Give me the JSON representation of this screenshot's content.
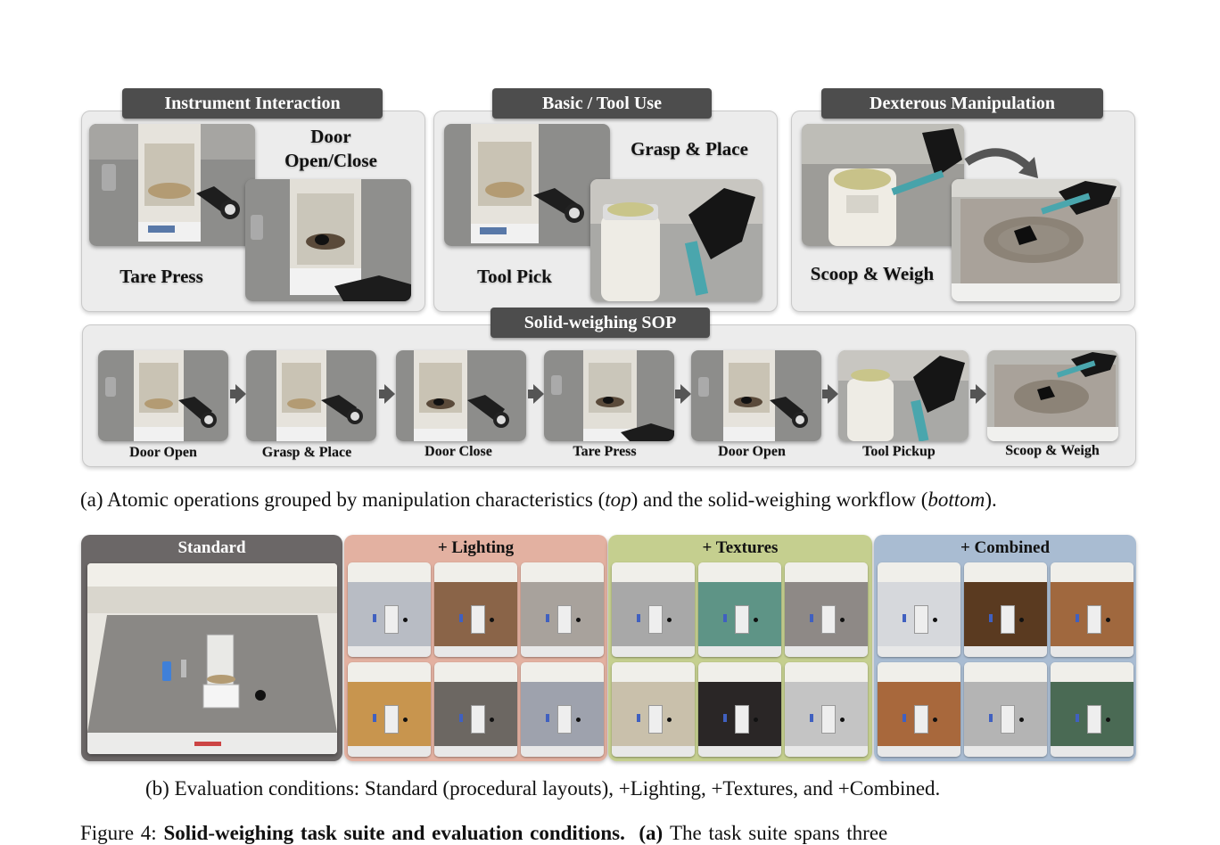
{
  "top_groups": [
    {
      "tag": "Instrument Interaction",
      "labels": [
        "Door Open/Close",
        "Tare Press"
      ]
    },
    {
      "tag": "Basic / Tool Use",
      "labels": [
        "Grasp & Place",
        "Tool Pick"
      ]
    },
    {
      "tag": "Dexterous Manipulation",
      "labels": [
        "Scoop & Weigh"
      ]
    }
  ],
  "sop": {
    "tag": "Solid-weighing SOP",
    "steps": [
      "Door Open",
      "Grasp & Place",
      "Door Close",
      "Tare Press",
      "Door Open",
      "Tool Pickup",
      "Scoop & Weigh"
    ]
  },
  "caption_a": {
    "prefix": "(a) Atomic operations grouped by manipulation characteristics (",
    "top": "top",
    "middle": ") and the solid-weighing workflow (",
    "bottom": "bottom",
    "suffix": ")."
  },
  "conditions": [
    {
      "title": "Standard"
    },
    {
      "title": "+ Lighting"
    },
    {
      "title": "+ Textures"
    },
    {
      "title": "+ Combined"
    }
  ],
  "caption_b": "(b) Evaluation conditions: Standard (procedural layouts), +Lighting, +Textures, and +Combined.",
  "figure_caption": {
    "prefix": "Figure 4: ",
    "bold": "Solid-weighing task suite and evaluation conditions.",
    "bold_a": "(a)",
    "rest": "The task suite spans three"
  },
  "colors": {
    "standard_bg": "#6b6767",
    "lighting_bg": "#e3b1a1",
    "textures_bg": "#c5cf8f",
    "combined_bg": "#a9bcd2",
    "tag_bg": "#4d4d4d"
  },
  "thumbnail_floors": {
    "lighting": [
      "#b8bcc4",
      "#8a6448",
      "#a8a29c",
      "#c8954e",
      "#6c6762",
      "#9ea2ad"
    ],
    "textures": [
      "#a8a8a8",
      "#5e9486",
      "#8e8986",
      "#c9c0ab",
      "#2a2626",
      "#c4c4c4"
    ],
    "combined": [
      "#d6d8dc",
      "#5a3a20",
      "#a0683e",
      "#a8683c",
      "#b4b4b4",
      "#4a6a54"
    ]
  }
}
